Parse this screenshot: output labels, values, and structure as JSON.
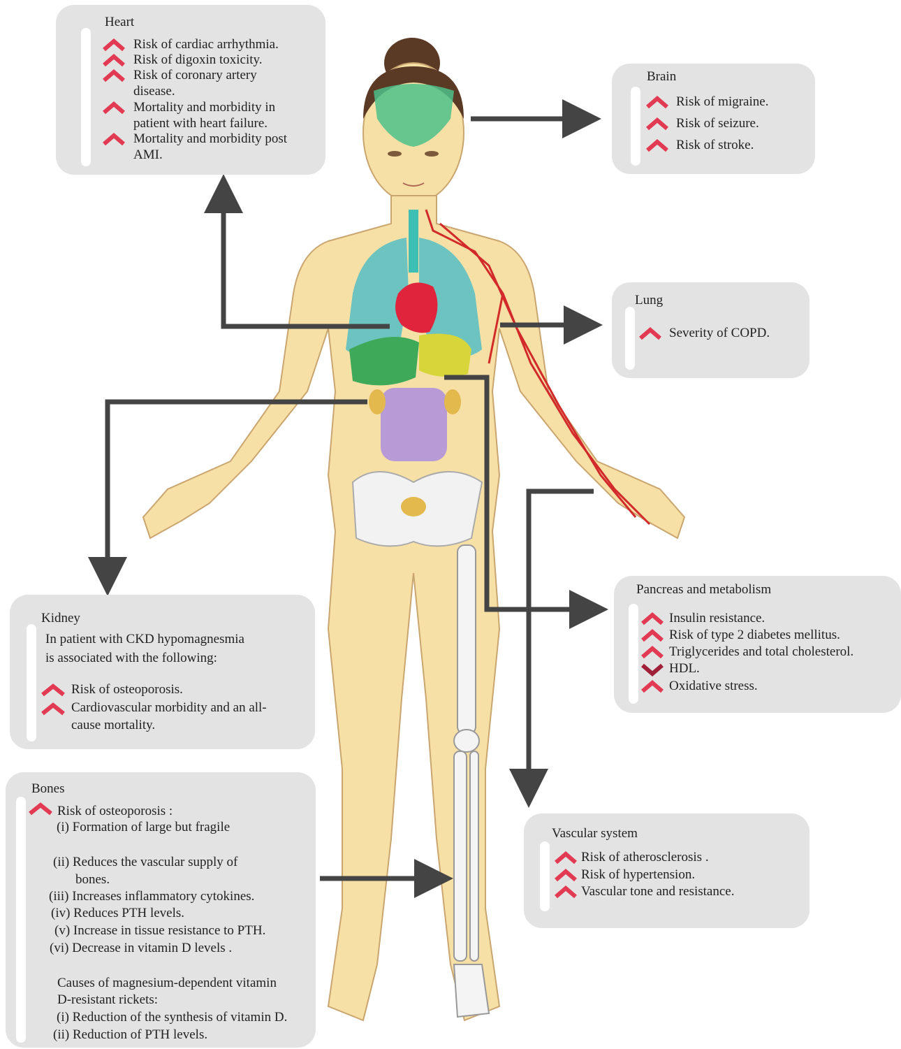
{
  "colors": {
    "box_bg": "#e3e3e3",
    "arrow": "#444444",
    "increase_marker": "#e23a52",
    "decrease_marker": "#a0203a",
    "skin": "#f7e0a6",
    "lung": "#6cc3c0",
    "heart": "#e0243c",
    "artery": "#d22a2a"
  },
  "icons": {
    "increase": "chevron-up-icon",
    "decrease": "chevron-down-icon"
  },
  "heart": {
    "title": "Heart",
    "items": [
      "Risk of cardiac arrhythmia.",
      "Risk of digoxin toxicity.",
      "Risk of coronary artery disease.",
      "Mortality and morbidity in patient with heart failure.",
      "Mortality and morbidity post AMI."
    ]
  },
  "brain": {
    "title": "Brain",
    "items": [
      "Risk of migraine.",
      "Risk of seizure.",
      "Risk of stroke."
    ]
  },
  "lung": {
    "title": "Lung",
    "items": [
      "Severity of COPD."
    ]
  },
  "pancreas": {
    "title": "Pancreas and metabolism",
    "items": [
      "Insulin resistance.",
      "Risk of type 2 diabetes mellitus.",
      "Triglycerides and total cholesterol.",
      "HDL.",
      "Oxidative stress."
    ]
  },
  "kidney": {
    "title": "Kidney",
    "intro": [
      "In patient with CKD hypomagnesmia",
      "is associated with the following:"
    ],
    "items": [
      "Risk of osteoporosis.",
      "Cardiovascular morbidity and an all-cause mortality."
    ]
  },
  "bones": {
    "title": "Bones",
    "head": "Risk of osteoporosis :",
    "list1": [
      "(i) Formation of large but fragile",
      "(ii) Reduces the vascular supply of",
      "bones.",
      "(iii) Increases inflammatory cytokines.",
      "(iv) Reduces PTH levels.",
      "(v) Increase in tissue resistance to PTH.",
      "(vi) Decrease in vitamin D levels ."
    ],
    "causes": [
      "Causes of magnesium-dependent vitamin",
      "D-resistant rickets:"
    ],
    "list2": [
      "(i) Reduction of the synthesis of vitamin D.",
      "(ii) Reduction of PTH levels."
    ]
  },
  "vascular": {
    "title": "Vascular system",
    "items": [
      "Risk of atherosclerosis .",
      "Risk of hypertension.",
      "Vascular tone and resistance."
    ]
  }
}
